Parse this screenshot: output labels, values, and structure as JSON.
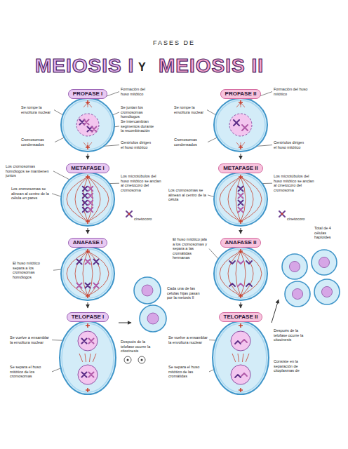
{
  "diagram": {
    "title": "FASES DE",
    "nodes": [
      {
        "text": [
          "PROFASE I"
        ]
      },
      {
        "text": [
          "METAFASE I"
        ]
      },
      {
        "text": [
          "ANAFASE I"
        ]
      },
      {
        "text": [
          "TELOFASE I"
        ]
      },
      {
        "text": [
          "PROFASE II"
        ]
      },
      {
        "text": [
          "METAFASE II"
        ]
      },
      {
        "text": [
          "ANAFASE II"
        ]
      },
      {
        "text": [
          "TELOFASE II"
        ]
      },
      {
        "text": [
          "Cada una de las células hijas pasan por la meiosis II"
        ]
      },
      {
        "text": [
          "Total de 4 células haploides"
        ]
      }
    ],
    "edges": [
      {
        "from": 0,
        "to": 1,
        "arrow": "to"
      },
      {
        "from": 1,
        "to": 2,
        "arrow": "to"
      },
      {
        "from": 2,
        "to": 3,
        "arrow": "to"
      },
      {
        "from": 4,
        "to": 5,
        "arrow": "to"
      },
      {
        "from": 5,
        "to": 6,
        "arrow": "to"
      },
      {
        "from": 6,
        "to": 7,
        "arrow": "to"
      },
      {
        "from": 3,
        "to": 8,
        "arrow": "to"
      },
      {
        "from": 7,
        "to": 9,
        "arrow": "to"
      }
    ],
    "labels": [
      "MEIOSIS I",
      "Y",
      "MEIOSIS II",
      "Se rompe la envoltura nuclear",
      "Formación del huso mitótico",
      "Se juntan los cromosomas homólogos",
      "Se intercambian segmentos durante la recombinación",
      "Cromosomas condensados",
      "Centríolos dirigen el huso mitótico",
      "Los cromosomas homólogos se mantienen juntos",
      "Los cromosomas se alinean al centro de la célula en pares",
      "Los microtúbulos del huso mitótico se anclan al cinetocoro del cromosoma",
      "cinetocoro",
      "El huso mitótico separa a los cromosomas homólogos",
      "Se vuelve a ensamblar la envoltura nuclear",
      "Se separa el huso mitótico de los cromosomas",
      "Después de la telofase ocurre la citocinesis",
      "Se rompe la envoltura nuclear",
      "Formación del huso mitótico",
      "Cromosomas condensados",
      "Centríolos dirigen el huso mitótico",
      "Los cromosomas se alinean al centro de la célula",
      "Los microtúbulos del huso mitótico se anclan al cinetocoro del cromosoma",
      "cinetocoro",
      "El huso mitótico jala a los cromosomas y separa a las cromátidas hermanas",
      "Se vuelve a ensamblar la envoltura nuclear",
      "Se separa el huso mitótico de las cromátidas",
      "Después de la telofase ocurre la citocinesis",
      "Consiste en la separación de citoplasmas de"
    ]
  }
}
